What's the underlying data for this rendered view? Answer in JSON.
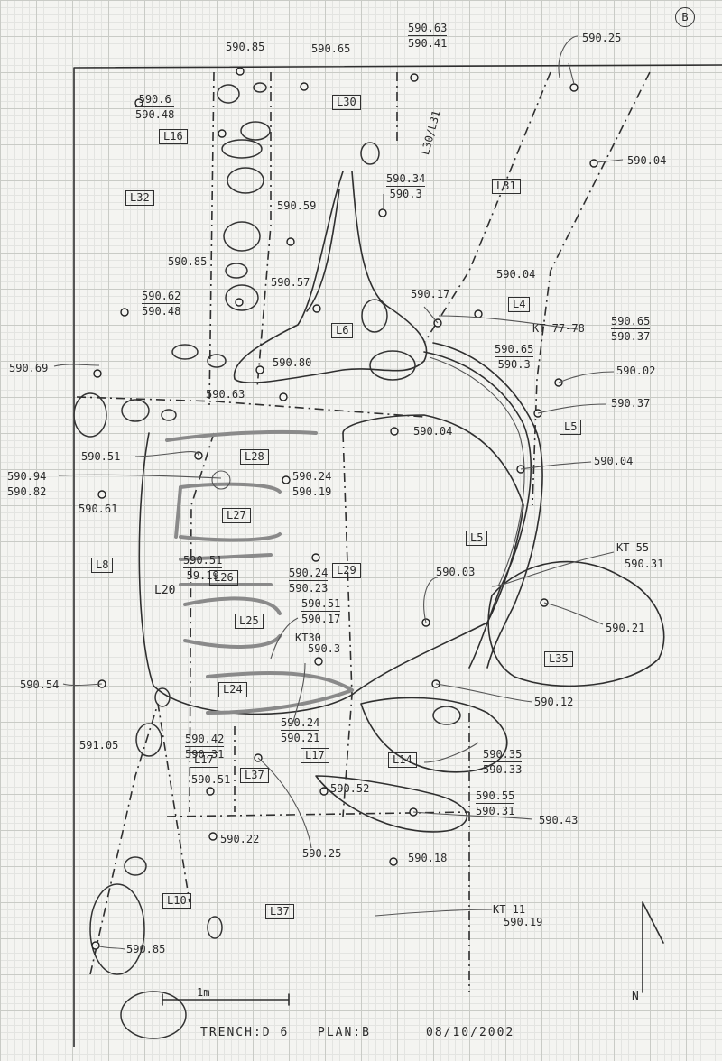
{
  "sheet": {
    "id": "B"
  },
  "caption": {
    "trench": "TRENCH:D 6",
    "plan": "PLAN:B",
    "date": "08/10/2002"
  },
  "scale": {
    "label": "1m"
  },
  "north": {
    "label": "N"
  },
  "loci": {
    "L30_top": "L30",
    "L16": "L16",
    "L32": "L32",
    "L31": "L31",
    "L30_31": "L30/L31",
    "L4": "L4",
    "L6": "L6",
    "L5a": "L5",
    "L5b": "L5",
    "L28": "L28",
    "L27": "L27",
    "L8": "L8",
    "L26a": "L26",
    "L29": "L29",
    "L20": "L20",
    "L25": "L25",
    "L35": "L35",
    "L24": "L24",
    "L17a": "L17",
    "L17b": "L17",
    "L37a": "L37",
    "L14": "L14",
    "L10": "L10",
    "L37b": "L37"
  },
  "levels": {
    "l1": "590.85",
    "l2": "590.65",
    "l4": "590.25",
    "l5": "590.04",
    "l6": "590.59",
    "l7": "590.85",
    "l8": "590.57",
    "l9": "590.17",
    "l10": "590.04",
    "l11": "590.69",
    "l12": "590.80",
    "l13": "590.63",
    "l14": "590.02",
    "l15": "590.37",
    "l16": "590.04",
    "l17": "590.51",
    "l18": "590.04",
    "l19": "590.61",
    "l20": "590.03",
    "l21": "590.21",
    "l22": "590.54",
    "l23": "590.12",
    "l24": "591.05",
    "l25": "590.51",
    "l26": "590.52",
    "l27": "590.43",
    "l28": "590.22",
    "l29": "590.25",
    "l30": "590.18",
    "l31": "590.85"
  },
  "fractions": {
    "f1": {
      "num": "590.63",
      "den": "590.41"
    },
    "f2": {
      "num": "590.6",
      "den": "590.48"
    },
    "f3": {
      "num": "590.34",
      "den": "590.3"
    },
    "f4": {
      "num": "590.62",
      "den": "590.48"
    },
    "f5": {
      "num": "590.65",
      "den": "590.37"
    },
    "f6": {
      "num": "590.65",
      "den": "590.3"
    },
    "f7": {
      "num": "590.94",
      "den": "590.82"
    },
    "f8": {
      "num": "590.24",
      "den": "590.19"
    },
    "f9": {
      "num": "590.51",
      "den": "59.19"
    },
    "f10": {
      "num": "590.24",
      "den": "590.23"
    },
    "f11": {
      "num": "590.51",
      "den": "590.17"
    },
    "f12": {
      "num": "590.42",
      "den": "590.31"
    },
    "f13": {
      "num": "590.24",
      "den": "590.21"
    },
    "f14": {
      "num": "590.35",
      "den": "590.33"
    },
    "f15": {
      "num": "590.55",
      "den": "590.31"
    }
  },
  "kt": {
    "kt1": {
      "label": "KT 77-78"
    },
    "kt2": {
      "label": "KT 55",
      "value": "590.31"
    },
    "kt3": {
      "label": "KT30",
      "value": "590.3"
    },
    "kt4": {
      "label": "KT 11",
      "value": "590.19"
    }
  }
}
